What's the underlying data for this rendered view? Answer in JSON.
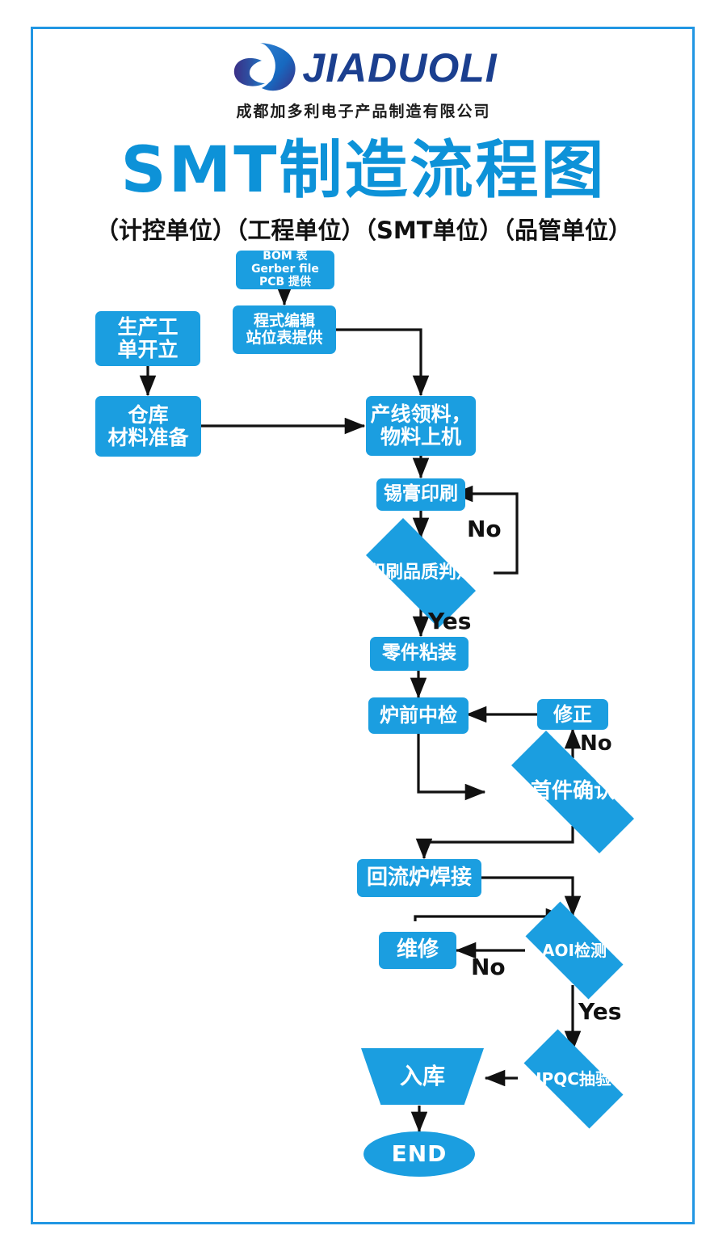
{
  "page": {
    "border_color": "#2196e3",
    "background": "#ffffff"
  },
  "header": {
    "logo_wordmark": "JIADUOLI",
    "logo_icon": "stylized-d-logo",
    "company_name": "成都加多利电子产品制造有限公司",
    "title": "SMT制造流程图",
    "subtitle": "（计控单位）（工程单位）（SMT单位）（品管单位）",
    "title_color": "#0d92d8",
    "wordmark_color": "#1b3f8f"
  },
  "flowchart": {
    "type": "flowchart",
    "node_color": "#1b9ee0",
    "node_text_color": "#ffffff",
    "connector_color": "#111111",
    "nodes": [
      {
        "id": "bom",
        "shape": "rect",
        "label": "BOM 表\nGerber file\nPCB 提供",
        "lines": [
          "BOM 表",
          "Gerber file",
          "PCB 提供"
        ]
      },
      {
        "id": "program",
        "shape": "rect",
        "label": "程式编辑\n站位表提供",
        "lines": [
          "程式编辑",
          "站位表提供"
        ]
      },
      {
        "id": "workorder",
        "shape": "rect",
        "label": "生产工\n单开立",
        "lines": [
          "生产工",
          "单开立"
        ]
      },
      {
        "id": "warehouse",
        "shape": "rect",
        "label": "仓库\n材料准备",
        "lines": [
          "仓库",
          "材料准备"
        ]
      },
      {
        "id": "pickup",
        "shape": "rect",
        "label": "产线领料，\n物料上机",
        "lines": [
          "产线领料，",
          "物料上机"
        ]
      },
      {
        "id": "solderpaste",
        "shape": "rect",
        "label": "锡膏印刷",
        "lines": [
          "锡膏印刷"
        ]
      },
      {
        "id": "printqc",
        "shape": "diamond",
        "label": "印刷品质判定",
        "lines": [
          "印刷品质判定"
        ]
      },
      {
        "id": "placement",
        "shape": "rect",
        "label": "零件粘装",
        "lines": [
          "零件粘装"
        ]
      },
      {
        "id": "preoven",
        "shape": "rect",
        "label": "炉前中检",
        "lines": [
          "炉前中检"
        ]
      },
      {
        "id": "fix",
        "shape": "rect",
        "label": "修正",
        "lines": [
          "修正"
        ]
      },
      {
        "id": "firstart",
        "shape": "diamond",
        "label": "首件确认",
        "lines": [
          "首件确认"
        ]
      },
      {
        "id": "reflow",
        "shape": "rect",
        "label": "回流炉焊接",
        "lines": [
          "回流炉焊接"
        ]
      },
      {
        "id": "repair",
        "shape": "rect",
        "label": "维修",
        "lines": [
          "维修"
        ]
      },
      {
        "id": "aoi",
        "shape": "diamond",
        "label": "AOI检测",
        "lines": [
          "AOI检测"
        ]
      },
      {
        "id": "ipqc",
        "shape": "diamond",
        "label": "IPQC抽验",
        "lines": [
          "IPQC抽验"
        ]
      },
      {
        "id": "stockin",
        "shape": "trapezoid",
        "label": "入库",
        "lines": [
          "入库"
        ]
      },
      {
        "id": "end",
        "shape": "oval",
        "label": "END",
        "lines": [
          "END"
        ]
      }
    ],
    "edge_labels": [
      {
        "id": "no-print",
        "text": "No"
      },
      {
        "id": "yes-print",
        "text": "Yes"
      },
      {
        "id": "no-first",
        "text": "No"
      },
      {
        "id": "no-aoi",
        "text": "No"
      },
      {
        "id": "yes-aoi",
        "text": "Yes"
      }
    ],
    "edges": [
      {
        "from": "bom",
        "to": "program"
      },
      {
        "from": "program",
        "to": "pickup"
      },
      {
        "from": "workorder",
        "to": "warehouse"
      },
      {
        "from": "warehouse",
        "to": "pickup"
      },
      {
        "from": "pickup",
        "to": "solderpaste"
      },
      {
        "from": "solderpaste",
        "to": "printqc"
      },
      {
        "from": "printqc",
        "to": "solderpaste",
        "label": "No"
      },
      {
        "from": "printqc",
        "to": "placement",
        "label": "Yes"
      },
      {
        "from": "placement",
        "to": "preoven"
      },
      {
        "from": "preoven",
        "to": "firstart"
      },
      {
        "from": "firstart",
        "to": "fix",
        "label": "No"
      },
      {
        "from": "fix",
        "to": "preoven"
      },
      {
        "from": "firstart",
        "to": "reflow"
      },
      {
        "from": "reflow",
        "to": "aoi"
      },
      {
        "from": "aoi",
        "to": "repair",
        "label": "No"
      },
      {
        "from": "repair",
        "to": "aoi"
      },
      {
        "from": "aoi",
        "to": "ipqc",
        "label": "Yes"
      },
      {
        "from": "ipqc",
        "to": "stockin"
      },
      {
        "from": "stockin",
        "to": "end"
      }
    ]
  }
}
